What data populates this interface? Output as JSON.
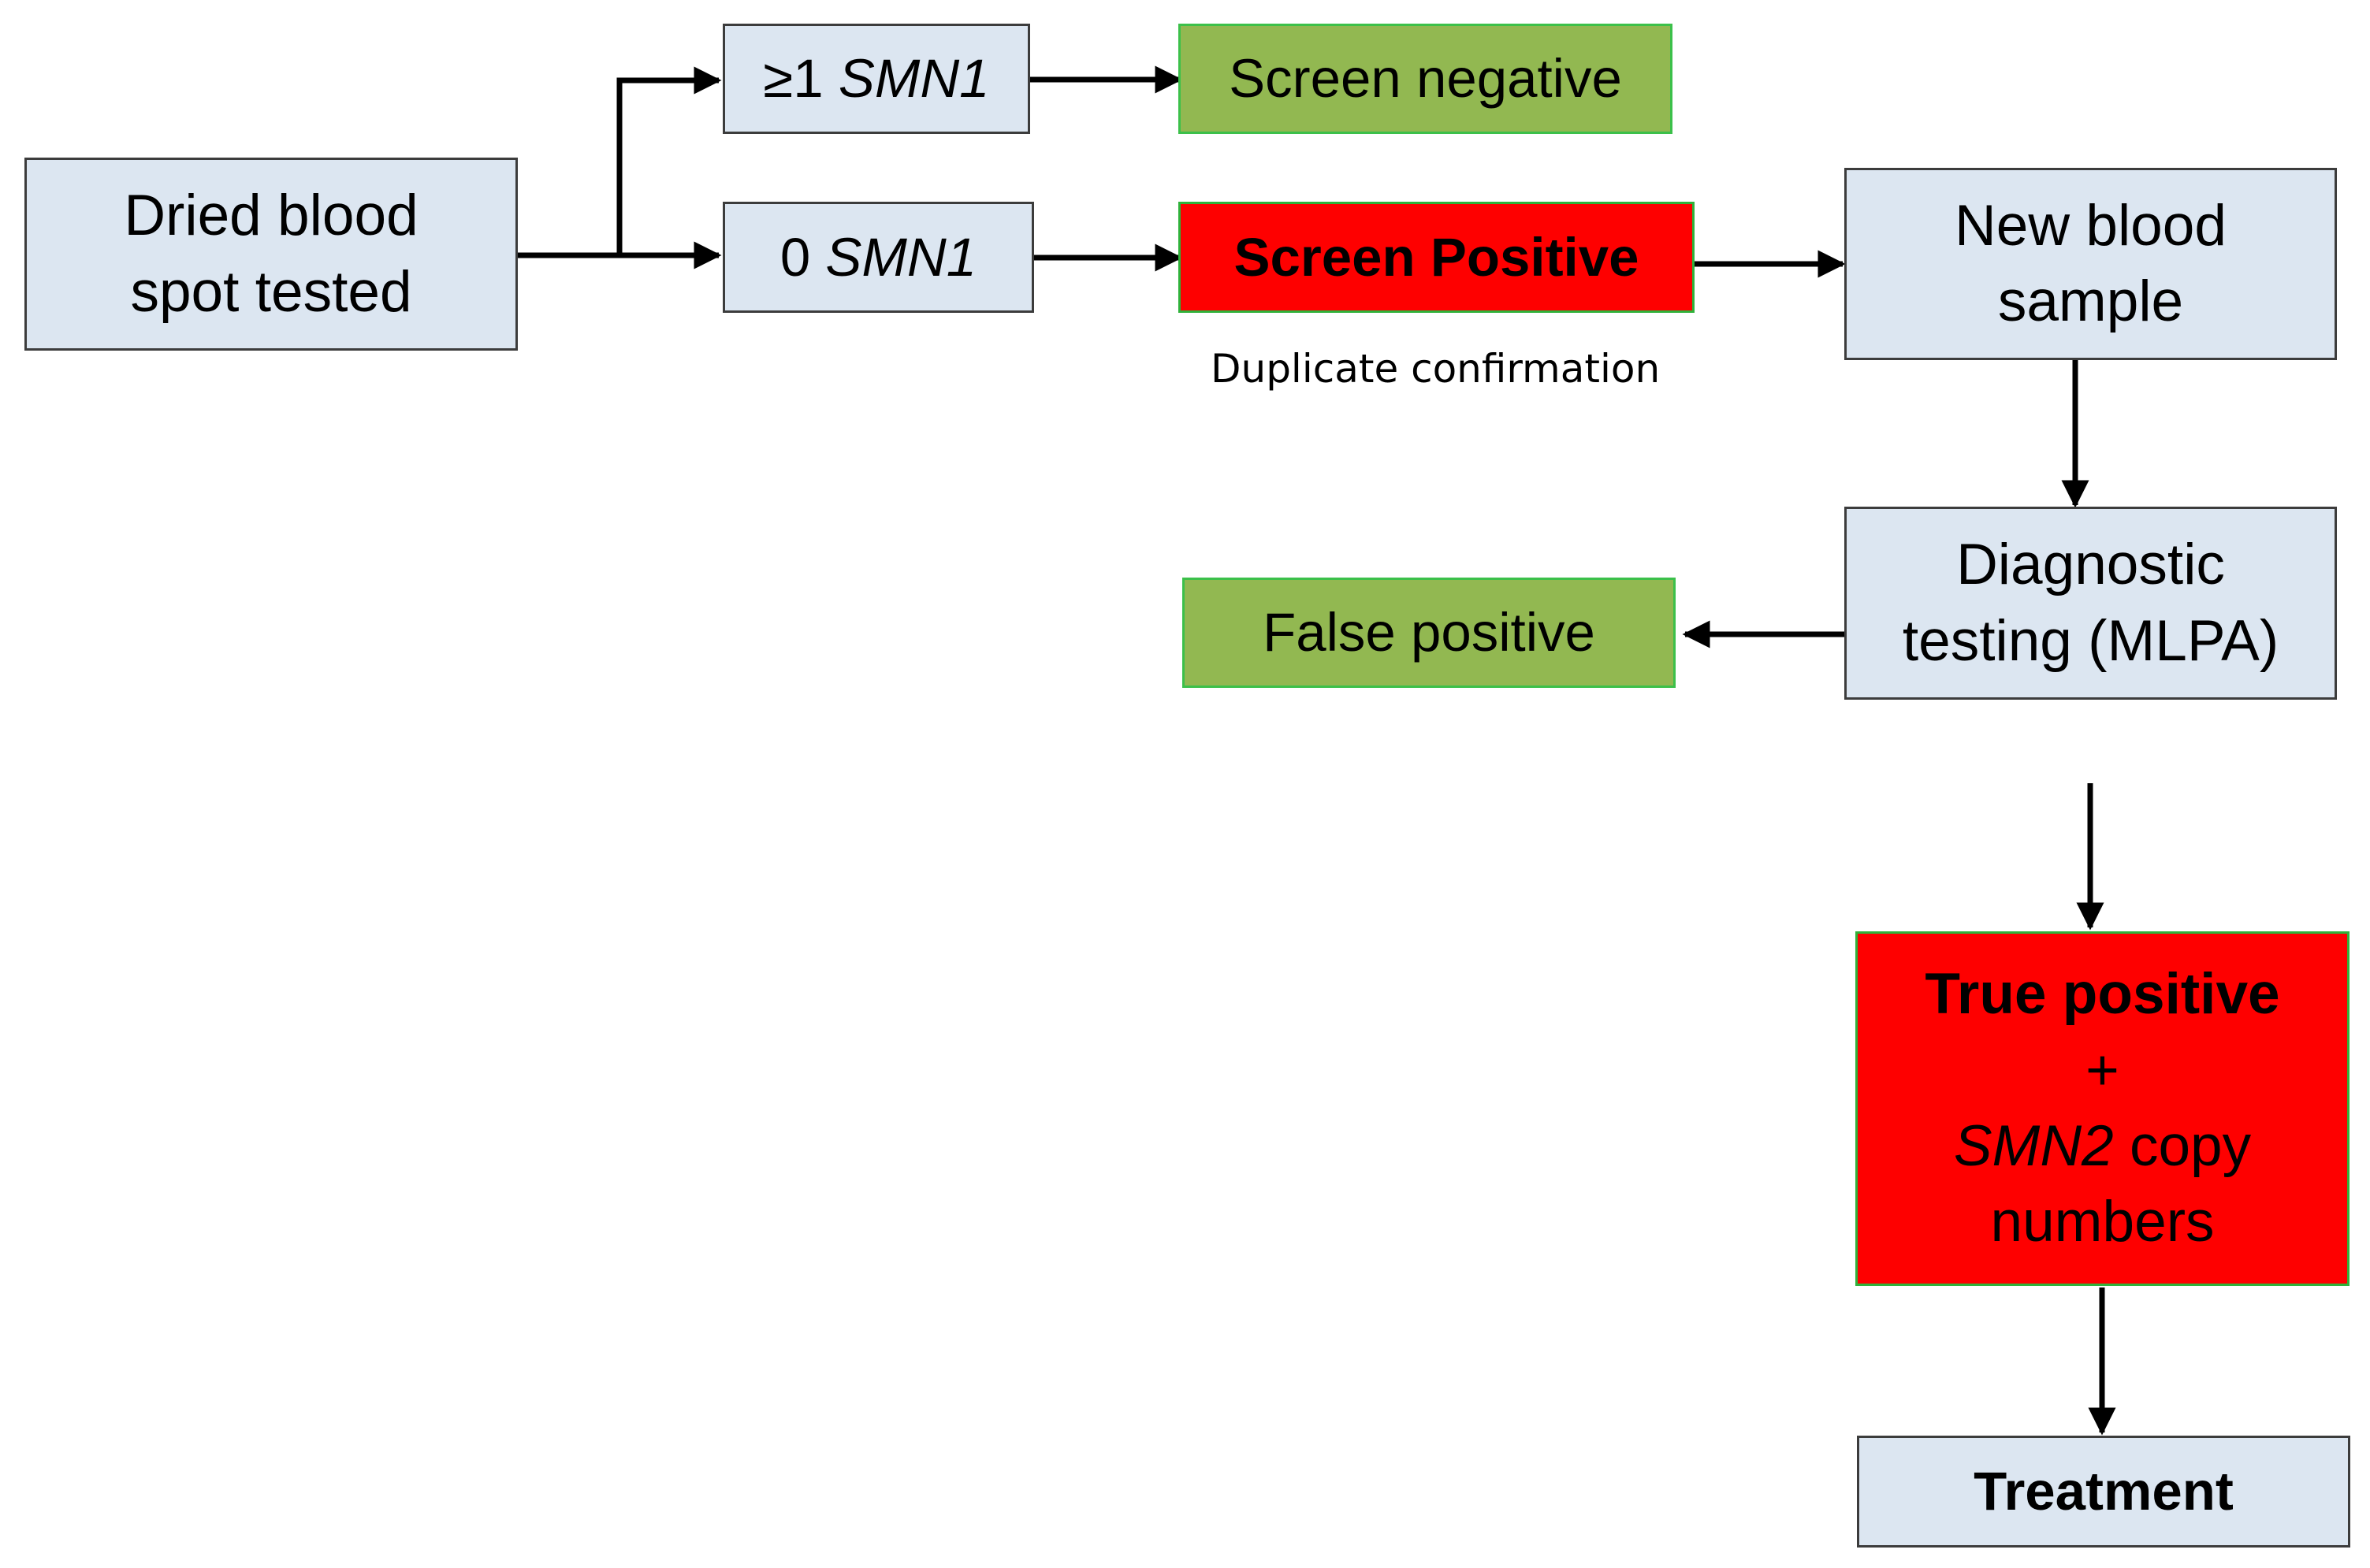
{
  "nodes": {
    "dried_blood": {
      "line1": "Dried blood",
      "line2": "spot tested"
    },
    "smn1_present": {
      "prefix": "≥1 ",
      "gene": "SMN1"
    },
    "smn1_absent": {
      "prefix": "0 ",
      "gene": "SMN1"
    },
    "screen_negative": {
      "label": "Screen negative"
    },
    "screen_positive": {
      "label": "Screen Positive"
    },
    "duplicate_confirmation": {
      "label": "Duplicate confirmation"
    },
    "new_blood_sample": {
      "line1": "New blood",
      "line2": "sample"
    },
    "diagnostic_testing": {
      "line1": "Diagnostic",
      "line2": "testing (MLPA)"
    },
    "false_positive": {
      "label": "False positive"
    },
    "true_positive": {
      "line1": "True positive",
      "line2": "+",
      "gene": "SMN2",
      "line3_suffix": " copy",
      "line4": "numbers"
    },
    "treatment": {
      "label": "Treatment"
    }
  },
  "colors": {
    "neutral_fill": "#dce6f1",
    "negative_fill": "#92b851",
    "positive_fill": "#fe0000",
    "arrow": "#000000"
  }
}
